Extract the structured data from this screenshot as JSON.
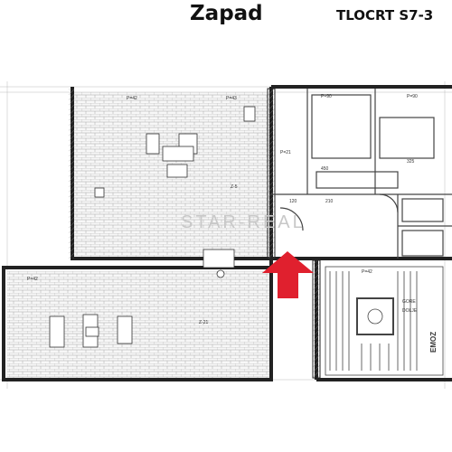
{
  "header": {
    "title": "Zapad",
    "subtitle": "TLOCRT S7-3"
  },
  "plan": {
    "watermark": "STAR-REAL",
    "labels": {
      "l1": "P=42",
      "l2": "P=43",
      "l3": "P=90",
      "l4": "P=90",
      "l5": "P=21",
      "l6": "P=42",
      "l7": "325",
      "l8": "450",
      "l9": "120",
      "l10": "210",
      "l11": "Z-5",
      "l12": "Z-21",
      "l13": "P=42",
      "l14": "GORE",
      "l15": "DOLJE",
      "l16": "EMOZ"
    },
    "arrow_color": "#e0202e"
  }
}
